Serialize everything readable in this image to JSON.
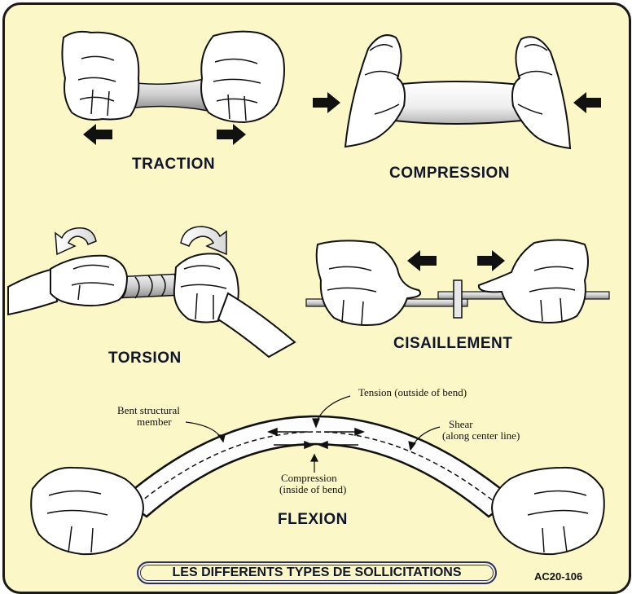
{
  "labels": {
    "traction": "TRACTION",
    "compression": "COMPRESSION",
    "torsion": "TORSION",
    "cisaillement": "CISAILLEMENT",
    "flexion": "FLEXION"
  },
  "flexion_notes": {
    "bent_member_line1": "Bent structural",
    "bent_member_line2": "member",
    "tension": "Tension (outside of bend)",
    "shear_line1": "Shear",
    "shear_line2": "(along center line)",
    "compression_line1": "Compression",
    "compression_line2": "(inside of bend)"
  },
  "caption": "LES DIFFERENTS TYPES DE SOLLICITATIONS",
  "reference": "AC20-106",
  "colors": {
    "background": "#fbf7c6",
    "ink": "#111111",
    "label_text": "#10152e"
  }
}
